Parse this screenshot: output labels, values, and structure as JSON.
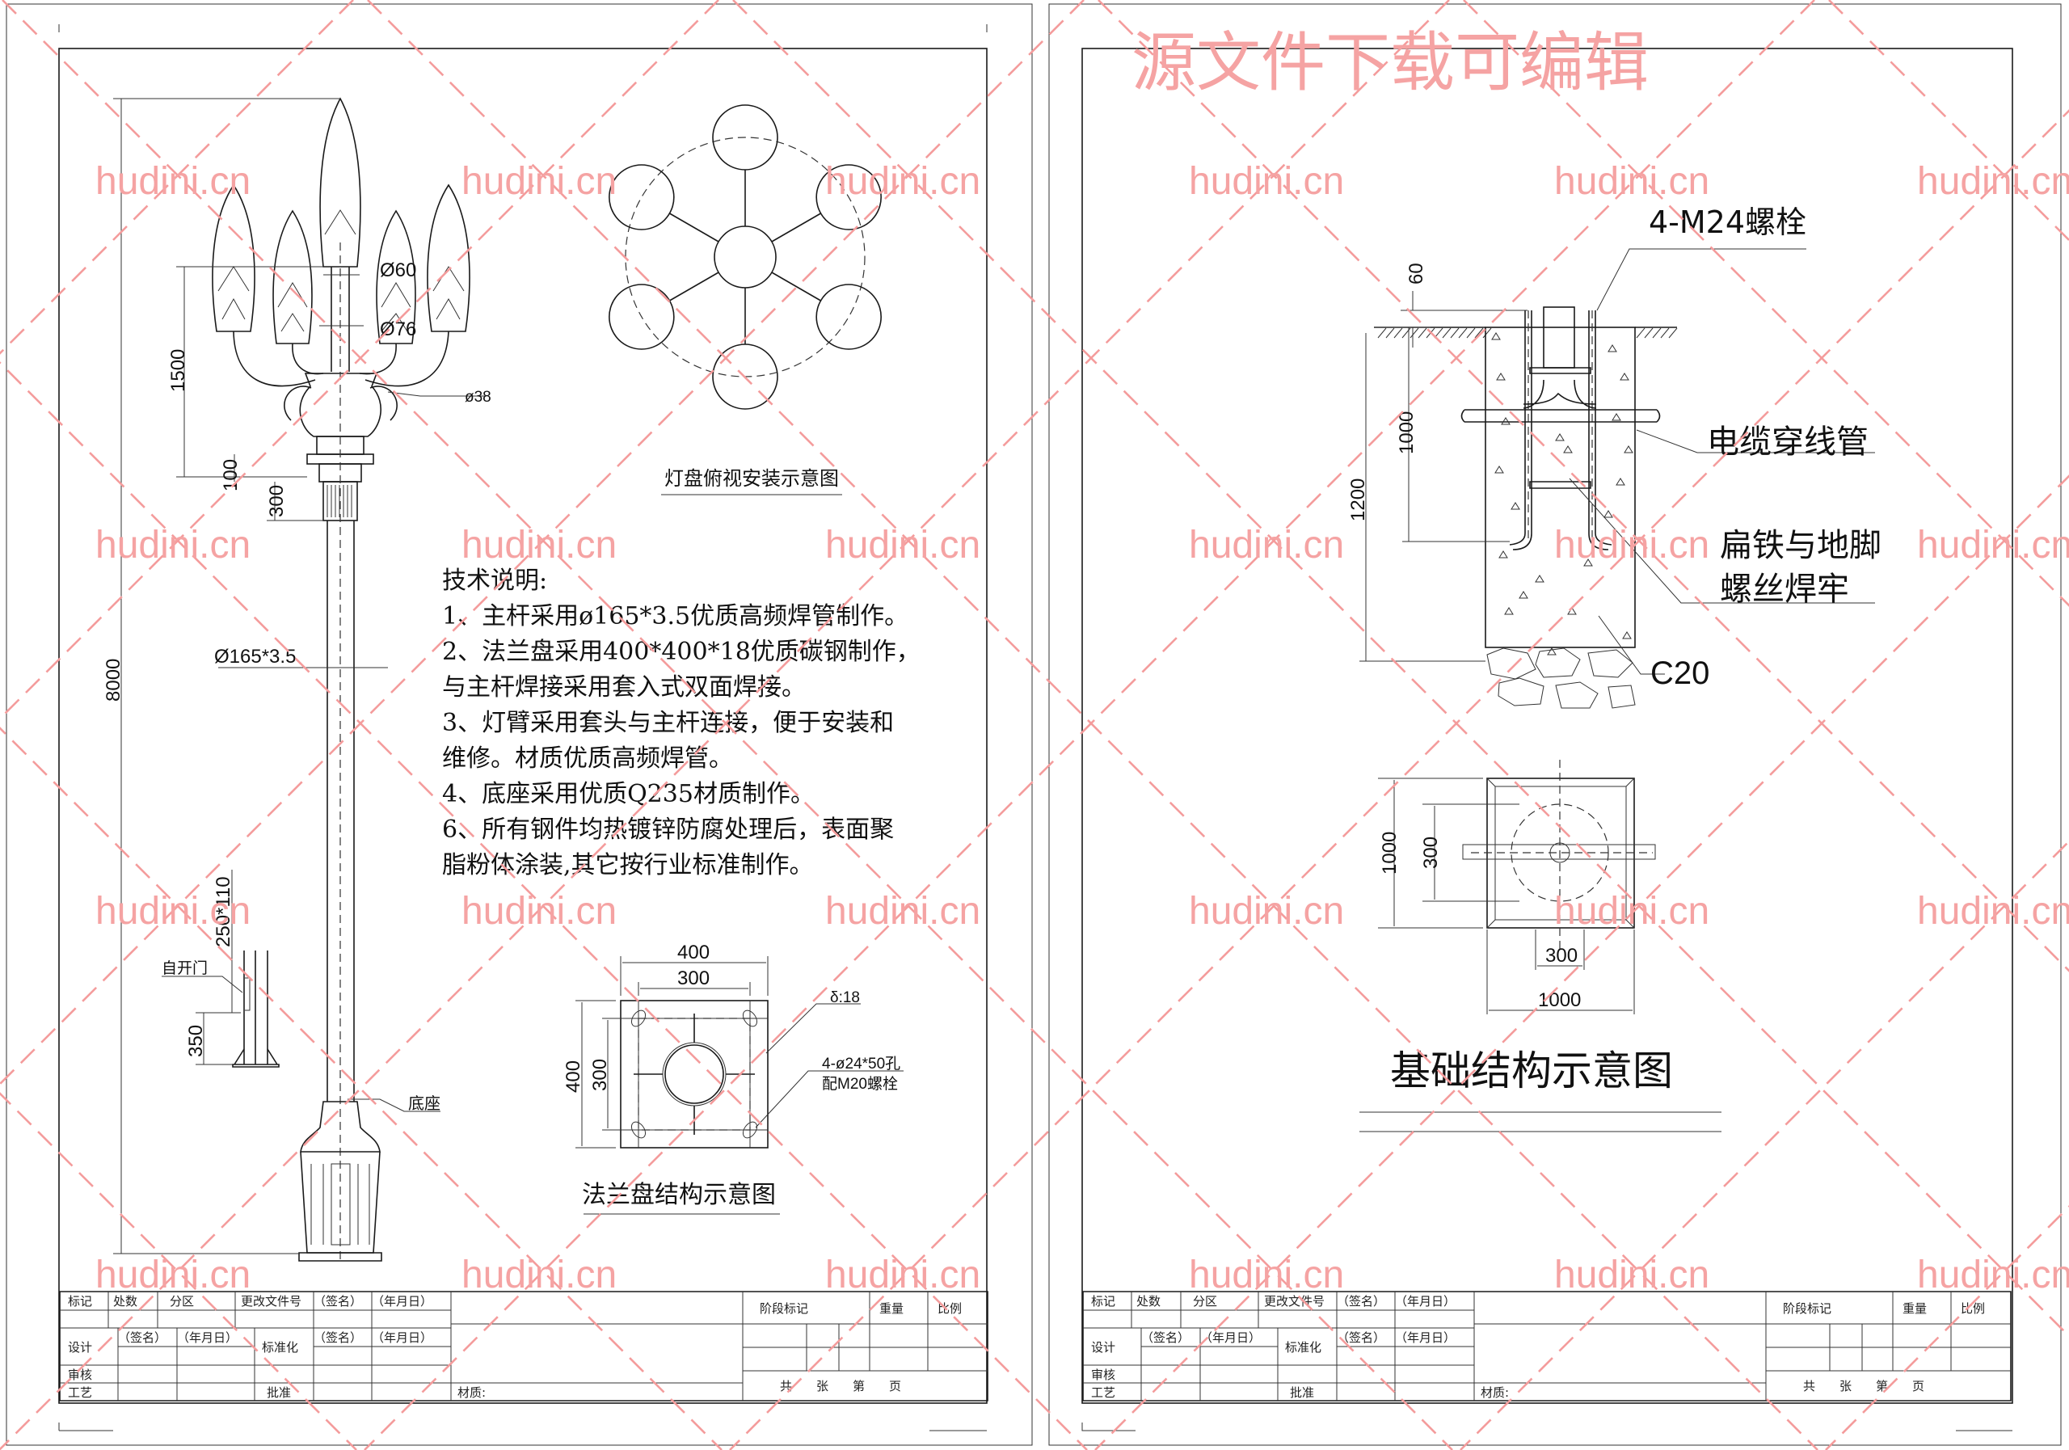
{
  "watermark": {
    "title": "源文件下载可编辑",
    "site": "hudini.cn",
    "color": "#f5a3a3"
  },
  "left_sheet": {
    "lamp_dims": {
      "d60": "Ø60",
      "d76": "Ø76",
      "d38": "ø38",
      "h1500": "1500",
      "h100": "100",
      "h300": "300",
      "h8000": "8000",
      "pole": "Ø165*3.5",
      "door": "250*110",
      "door_label": "自开门",
      "h350": "350",
      "base_label": "底座"
    },
    "top_view_title": "灯盘俯视安装示意图",
    "tech_notes": {
      "title": "技术说明:",
      "lines": [
        "1、主杆采用ø165*3.5优质高频焊管制作。",
        "2、法兰盘采用400*400*18优质碳钢制作，",
        "与主杆焊接采用套入式双面焊接。",
        "3、灯臂采用套头与主杆连接，便于安装和",
        "维修。材质优质高频焊管。",
        "4、底座采用优质Q235材质制作。",
        "6、所有钢件均热镀锌防腐处理后，表面聚",
        "脂粉体涂装,其它按行业标准制作。"
      ]
    },
    "flange": {
      "w_outer": "400",
      "w_inner": "300",
      "h_outer": "400",
      "h_inner": "300",
      "thickness": "δ:18",
      "holes": "4-ø24*50孔",
      "bolts": "配M20螺栓",
      "title": "法兰盘结构示意图"
    }
  },
  "right_sheet": {
    "section": {
      "bolt_label": "4-M24螺栓",
      "d60": "60",
      "d1000": "1000",
      "d1200": "1200",
      "pipe_label": "电缆穿线管",
      "weld_label_1": "扁铁与地脚",
      "weld_label_2": "螺丝焊牢",
      "concrete": "C20"
    },
    "plan": {
      "h_outer": "1000",
      "h_inner": "300",
      "w_inner": "300",
      "w_outer": "1000"
    },
    "title": "基础结构示意图"
  },
  "title_block": {
    "mark": "标记",
    "count": "处数",
    "zone": "分区",
    "change_doc": "更改文件号",
    "sign": "（签名）",
    "date": "（年月日）",
    "design": "设计",
    "standard": "标准化",
    "review": "审核",
    "process": "工艺",
    "approve": "批准",
    "material": "材质:",
    "stage": "阶段标记",
    "weight": "重量",
    "scale": "比例",
    "sheets": "共　　张　　第　　页"
  }
}
